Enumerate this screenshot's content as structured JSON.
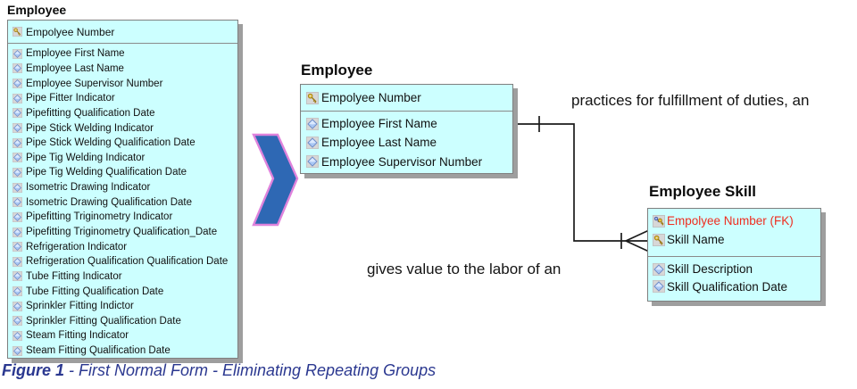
{
  "figure": {
    "caption_label": "Figure 1",
    "caption_text": " - First Normal Form - Eliminating Repeating Groups"
  },
  "unnormalized_entity": {
    "title": "Employee",
    "primary_key": "Empolyee Number",
    "attributes": [
      "Employee First Name",
      "Employee Last Name",
      "Employee Supervisor Number",
      "Pipe Fitter Indicator",
      "Pipefitting Qualification Date",
      "Pipe Stick Welding Indicator",
      "Pipe Stick Welding Qualification Date",
      "Pipe Tig Welding Indicator",
      "Pipe Tig Welding Qualification Date",
      "Isometric Drawing Indicator",
      "Isometric Drawing Qualification Date",
      "Pipefitting Triginometry Indicator",
      "Pipefitting Triginometry Qualification_Date",
      "Refrigeration Indicator",
      "Refrigeration Qualification Qualification Date",
      "Tube Fitting Indicator",
      "Tube Fitting Qualification Date",
      "Sprinkler Fitting Indictor",
      "Sprinkler Fitting Qualification Date",
      "Steam Fitting Indicator",
      "Steam Fitting Qualification Date"
    ]
  },
  "employee_entity": {
    "title": "Employee",
    "primary_key": "Empolyee Number",
    "attributes": [
      "Employee First Name",
      "Employee Last Name",
      "Employee Supervisor Number"
    ]
  },
  "employee_skill_entity": {
    "title": "Employee Skill",
    "foreign_key": "Empolyee Number (FK)",
    "primary_key": "Skill Name",
    "attributes": [
      "Skill Description",
      "Skill Qualification Date"
    ]
  },
  "relationship": {
    "parent_label": "practices for fulfillment of duties, an",
    "child_label": "gives value to the labor of an",
    "parent_cardinality": "one (tick)",
    "child_cardinality": "many (crow's foot with tick)"
  },
  "icons": {
    "key": "gold key on gray square",
    "foreign_key": "double key (blue + gold) on gray square",
    "attribute": "blue diamond on gray square",
    "transform_arrow": "thick blue chevron pointing right"
  },
  "colors": {
    "entity_fill": "#ccffff",
    "entity_border": "#7f7f7f",
    "entity_shadow": "#9e9e9e",
    "fk_text": "#ee2d1f",
    "arrow_fill": "#2e68b4",
    "arrow_outline": "#df83dc",
    "caption_text_color": "#2b3890",
    "connector_line": "#1b1b1b"
  }
}
